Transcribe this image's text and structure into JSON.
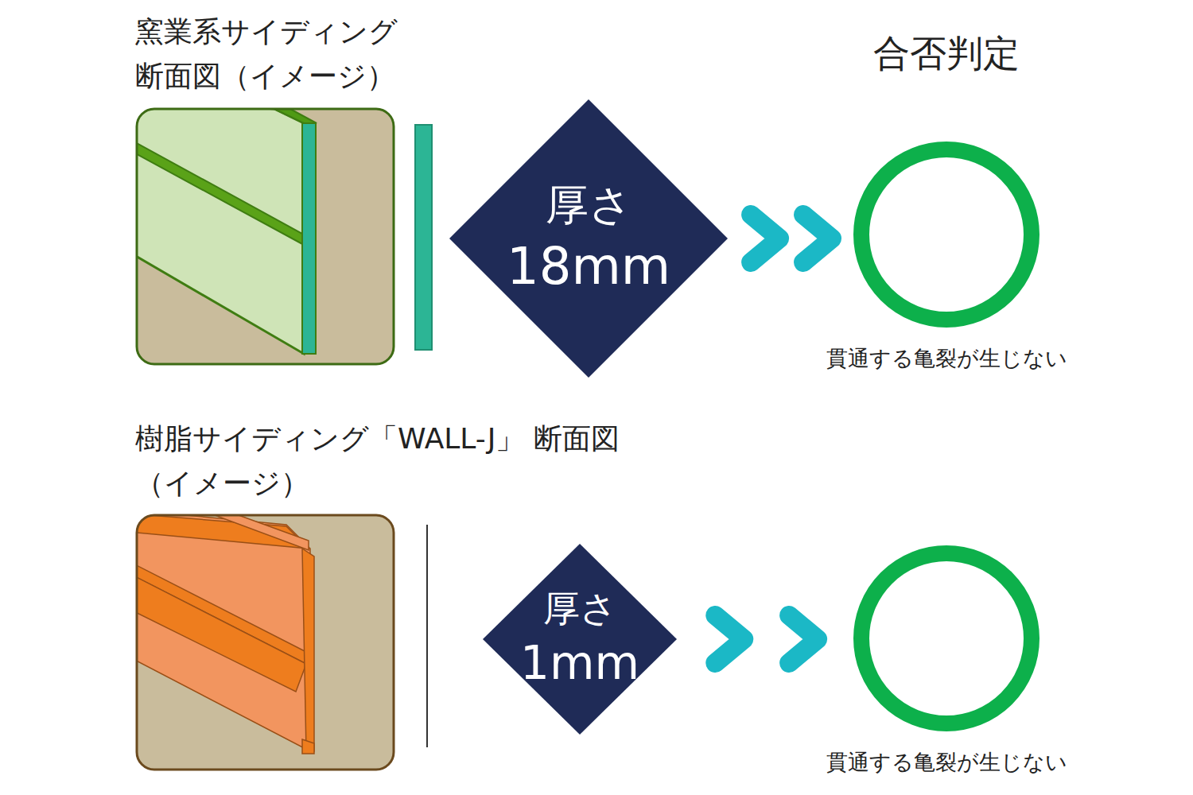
{
  "diagram": {
    "nodes": [
      {
        "text": [
          "厚さ",
          "18mm"
        ]
      },
      {
        "text": [
          "貫通する亀裂が生じない"
        ]
      },
      {
        "text": [
          "厚さ",
          "1mm"
        ]
      },
      {
        "text": [
          "貫通する亀裂が生じない"
        ]
      }
    ],
    "edges": [
      {
        "from": 0,
        "to": 1,
        "arrow": "to"
      },
      {
        "from": 2,
        "to": 3,
        "arrow": "to"
      }
    ],
    "labels": [
      "窯業系サイディング 断面図（イメージ）",
      "合否判定",
      "樹脂サイディング「WALL-J」 断面図（イメージ）"
    ]
  }
}
